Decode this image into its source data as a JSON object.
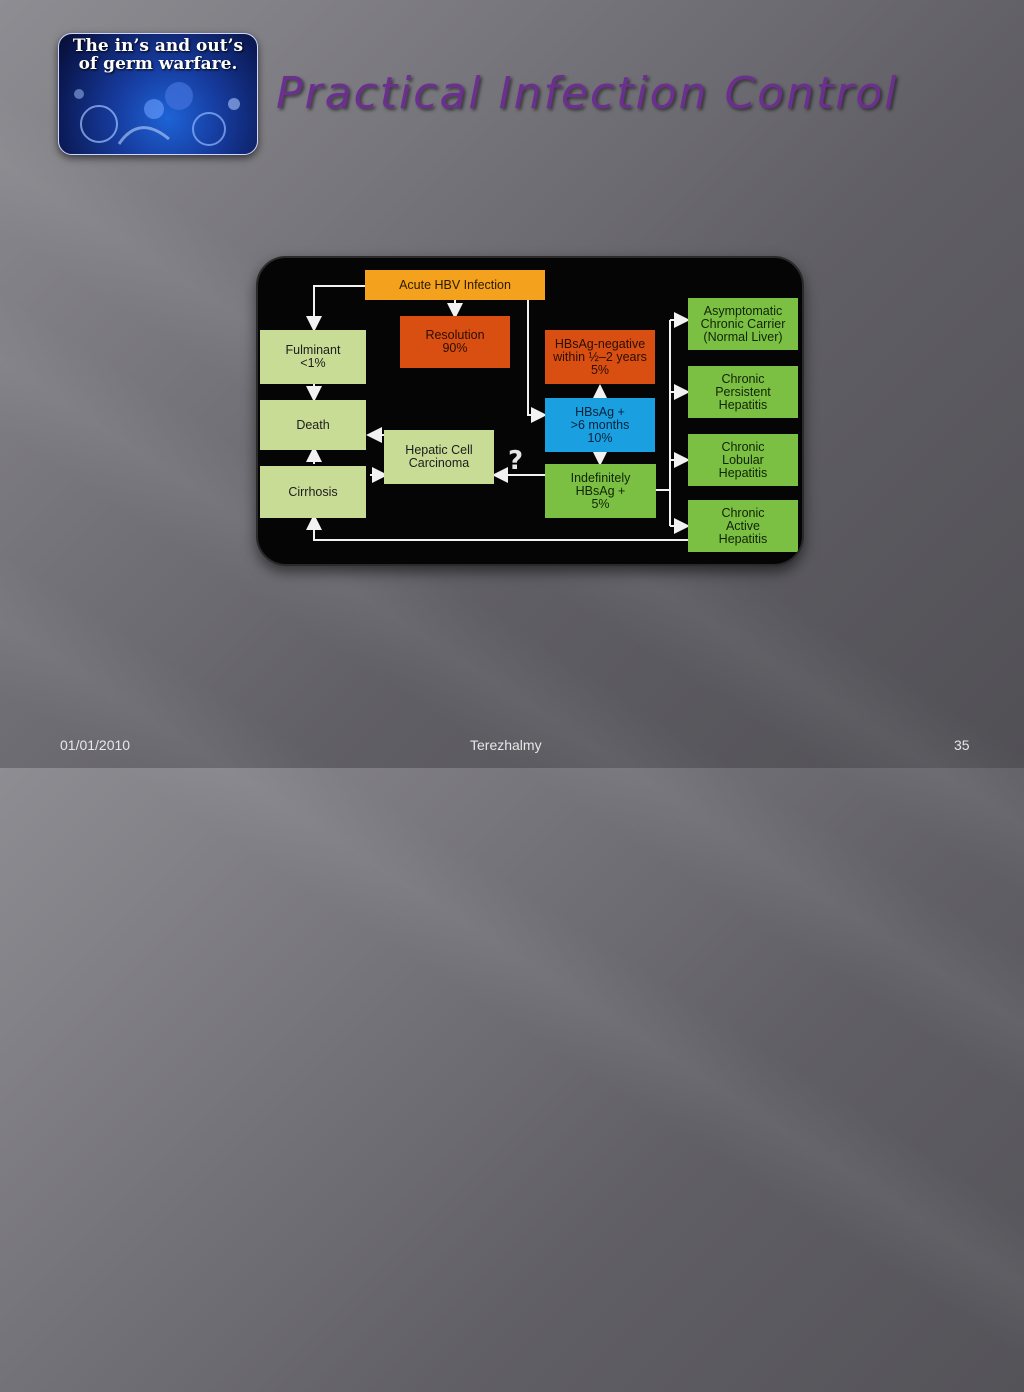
{
  "slide": {
    "title": "Practical Infection Control",
    "logo_text": [
      "The in’s and out’s",
      "of germ warfare."
    ]
  },
  "diagram": {
    "nodes": {
      "acute": "Acute HBV Infection",
      "resolution": "Resolution\n90%",
      "hbsag_neg": "HBsAg-negative\nwithin ½–2 years\n5%",
      "hbsag_pos": "HBsAg +\n>6 months\n10%",
      "indef": "Indefinitely\nHBsAg +\n5%",
      "fulminant": "Fulminant\n<1%",
      "death": "Death",
      "cirrhosis": "Cirrhosis",
      "hcc": "Hepatic Cell\nCarcinoma",
      "asymp": "Asymptomatic\nChronic Carrier\n(Normal Liver)",
      "cph": "Chronic\nPersistent\nHepatitis",
      "clh": "Chronic\nLobular\nHepatitis",
      "cah": "Chronic\nActive\nHepatitis"
    },
    "question_mark": "?",
    "colors": {
      "orange": "#f4a11d",
      "red": "#d94f12",
      "blue": "#1aa0e0",
      "pale_green": "#c8dc96",
      "green": "#7cc043"
    }
  },
  "footer": {
    "date": "01/01/2010",
    "author": "Terezhalmy",
    "page": "35"
  }
}
